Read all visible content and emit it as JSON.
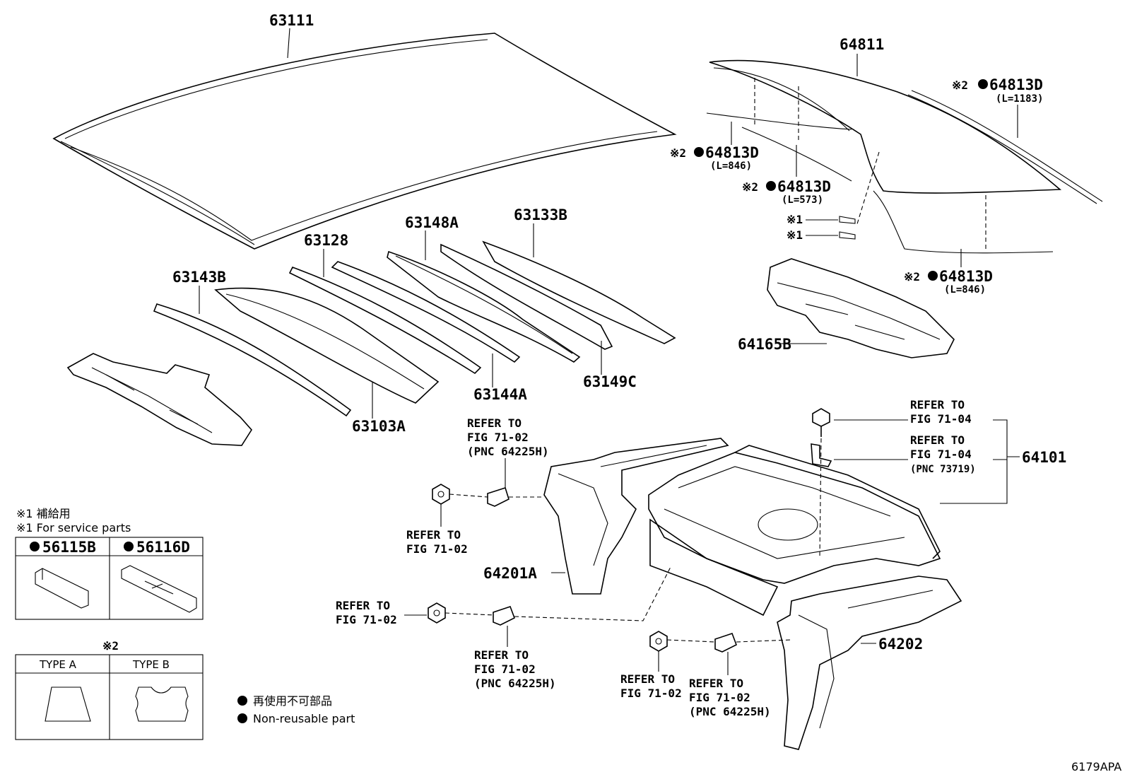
{
  "labels": {
    "roof_panel": "63111",
    "back_window_glass": "64811",
    "molding_top_right_mark": "※2",
    "molding_top_right": "64813D",
    "molding_top_right_len": "(L=1183)",
    "molding_left_mark": "※2",
    "molding_left": "64813D",
    "molding_left_len": "(L=846)",
    "molding_mid_mark": "※2",
    "molding_mid": "64813D",
    "molding_mid_len": "(L=573)",
    "molding_bottom_mark": "※2",
    "molding_bottom": "64813D",
    "molding_bottom_len": "(L=846)",
    "service_mark_1": "※1",
    "service_mark_2": "※1",
    "rail_63148a": "63148A",
    "rail_63133b": "63133B",
    "rail_63128": "63128",
    "rail_63143b": "63143B",
    "rail_63144a": "63144A",
    "rail_63149c": "63149C",
    "rail_63103a": "63103A",
    "panel_64165b": "64165B",
    "floor_64101": "64101",
    "side_64201a": "64201A",
    "side_64202": "64202",
    "drawing_code": "6179APA"
  },
  "refers": {
    "r1_line1": "REFER TO",
    "r1_line2": "FIG 71-04",
    "r2_line1": "REFER TO",
    "r2_line2": "FIG 71-04",
    "r2_line3": "(PNC 73719)",
    "r3_line1": "REFER TO",
    "r3_line2": "FIG 71-02",
    "r3_line3": "(PNC 64225H)",
    "r4_line1": "REFER TO",
    "r4_line2": "FIG 71-02",
    "r5_line1": "REFER TO",
    "r5_line2": "FIG 71-02",
    "r6_line1": "REFER TO",
    "r6_line2": "FIG 71-02",
    "r6_line3": "(PNC 64225H)",
    "r7_line1": "REFER TO",
    "r7_line2": "FIG 71-02",
    "r8_line1": "REFER TO",
    "r8_line2": "FIG 71-02",
    "r8_line3": "(PNC 64225H)"
  },
  "legend": {
    "service_jp": "※1 補給用",
    "service_en": "※1 For service parts",
    "box1_part": "56115B",
    "box2_part": "56116D",
    "type_mark": "※2",
    "type_a": "TYPE A",
    "type_b": "TYPE B",
    "nonreuse_jp": "再使用不可部品",
    "nonreuse_en": "Non-reusable part"
  }
}
